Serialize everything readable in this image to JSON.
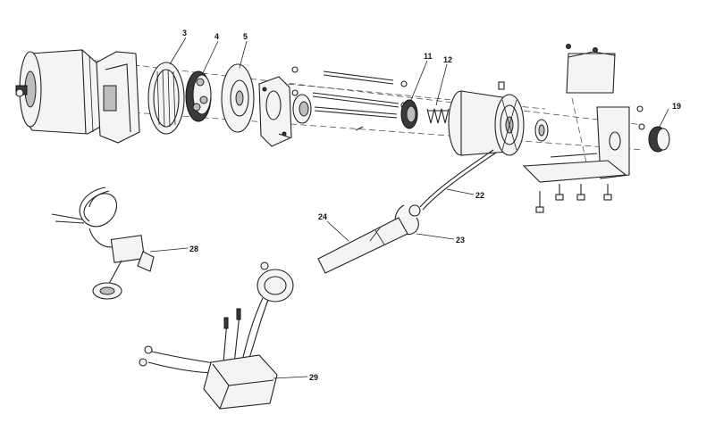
{
  "diagram": {
    "callouts": [
      {
        "id": "c3",
        "label": "3"
      },
      {
        "id": "c4",
        "label": "4"
      },
      {
        "id": "c5",
        "label": "5"
      },
      {
        "id": "c11",
        "label": "11"
      },
      {
        "id": "c12",
        "label": "12"
      },
      {
        "id": "c19",
        "label": "19"
      },
      {
        "id": "c22",
        "label": "22"
      },
      {
        "id": "c23",
        "label": "23"
      },
      {
        "id": "c24",
        "label": "24"
      },
      {
        "id": "c28",
        "label": "28"
      },
      {
        "id": "c29",
        "label": "29"
      }
    ]
  }
}
